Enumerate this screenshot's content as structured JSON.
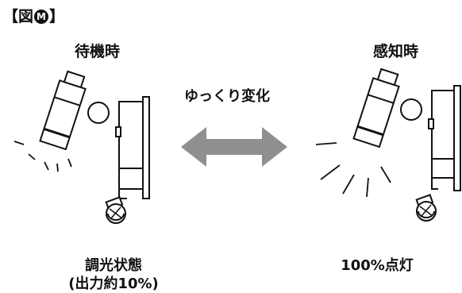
{
  "figure": {
    "label_open": "【図",
    "label_badge": "M",
    "label_close": "】"
  },
  "standby": {
    "title": "待機時",
    "caption_line1": "調光状態",
    "caption_line2": "(出力約10%)"
  },
  "detected": {
    "title": "感知時",
    "caption": "100%点灯"
  },
  "transition": {
    "label": "ゆっくり変化"
  },
  "colors": {
    "arrow": "#8f8f8f",
    "stroke": "#111111"
  }
}
